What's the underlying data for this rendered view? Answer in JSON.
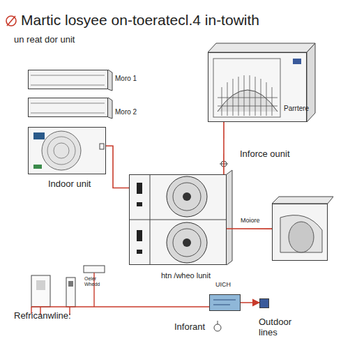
{
  "diagram": {
    "title": "Martic losyee on-toeratecl.4 in-towith",
    "nodes": [
      {
        "text": [
          "Moro 1"
        ]
      },
      {
        "text": [
          "Moro 2"
        ]
      },
      {
        "text": [
          "Indoor unit"
        ]
      },
      {
        "text": [
          "Parrtere",
          "Inforce ounit"
        ]
      },
      {
        "text": [
          "htn /wheo lunit"
        ]
      },
      {
        "text": [
          "Moiore"
        ]
      },
      {
        "text": [
          "UICH"
        ]
      },
      {
        "text": [
          "Outdoor lines"
        ]
      }
    ],
    "edges": [
      {
        "from": 2,
        "to": 4,
        "arrow": "none"
      },
      {
        "from": 4,
        "to": 3,
        "arrow": "none"
      },
      {
        "from": 4,
        "to": 5,
        "arrow": "none"
      },
      {
        "from": 6,
        "to": 7,
        "arrow": "to"
      }
    ],
    "labels": [
      "un reat dor unit",
      "Oeler Whedd",
      "Refricanwline:",
      "Inforant"
    ]
  }
}
